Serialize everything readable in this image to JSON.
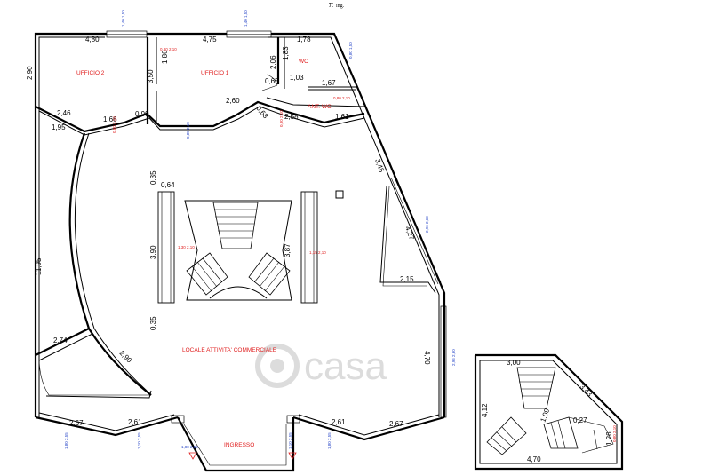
{
  "header": {
    "symbol": "π",
    "suffix": "ing."
  },
  "watermark": {
    "text": "casa"
  },
  "rooms": {
    "ufficio2": "UFFICIO 2",
    "ufficio1": "UFFICIO 1",
    "wc": "WC",
    "ant_wc": "ANT. WC",
    "locale": "LOCALE ATTIVITA' COMMERCIALE",
    "ingresso": "INGRESSO"
  },
  "dimensions": {
    "d480": "4,80",
    "d475": "4,75",
    "d178": "1,78",
    "d290": "2,90",
    "d186": "1,86",
    "d183": "1,83",
    "d206": "2,06",
    "d350": "3,50",
    "d065": "0,65",
    "d103": "1,03",
    "d167": "1,67",
    "d260": "2,60",
    "d063": "0,63",
    "d258": "2,58",
    "d161": "1,61",
    "d246": "2,46",
    "d195": "1,95",
    "d166": "1,66",
    "d099": "0,99",
    "d035a": "0,35",
    "d064": "0,64",
    "d390": "3,90",
    "d387": "3,87",
    "d035b": "0,35",
    "d1195": "11,95",
    "d345": "3,45",
    "d427": "4,27",
    "d215": "2,15",
    "d470": "4,70",
    "d274": "2,74",
    "d290b": "2,90",
    "d267a": "2,67",
    "d261a": "2,61",
    "d261b": "2,61",
    "d267b": "2,67",
    "d300": "3,00",
    "d343": "3,43",
    "d412": "4,12",
    "d109": "1,09",
    "d027": "0,27",
    "d126": "1,26",
    "d470b": "4,70"
  },
  "openings_red": {
    "r1": "0,80 2,10",
    "r2": "1,30 2,10",
    "r3": "1,15 2,10",
    "r4": "0,80 2,10",
    "r5": "0,80 2,10",
    "r6": "0,80 2,10",
    "r7": "0,80 2,10"
  },
  "openings_blue": {
    "b1": "1,40 1,50",
    "b2": "1,40 1,50",
    "b3": "0,80 1,50",
    "b4": "0,80 2,10",
    "b5": "2,96 2,60",
    "b6": "1,80 2,55",
    "b7": "1,10 2,55",
    "b8": "1,80 2,55",
    "b9": "1,10 2,55",
    "b10": "1,80 2,55",
    "b11": "2,96 2,60"
  }
}
